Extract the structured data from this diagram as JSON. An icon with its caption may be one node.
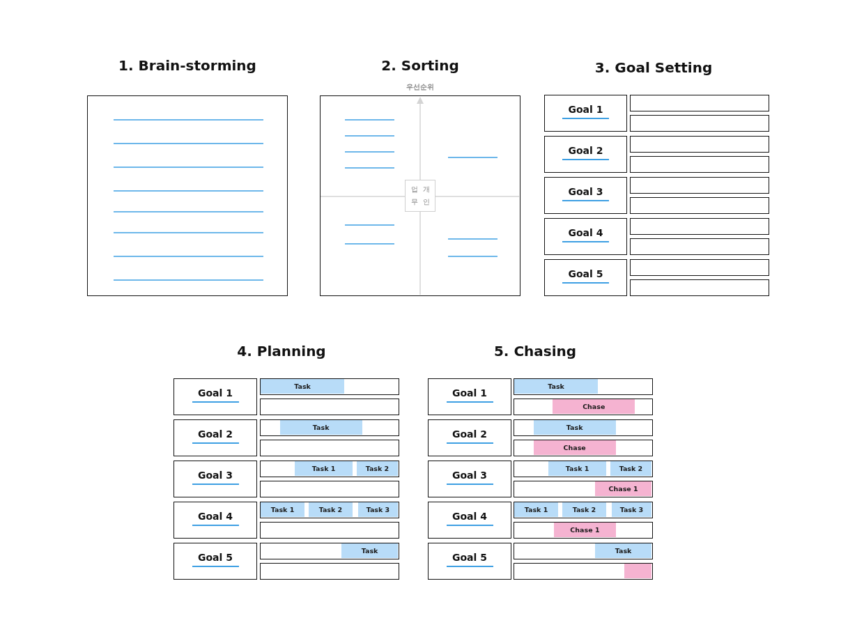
{
  "diagram": {
    "nodes": [
      {
        "text": [
          "1. Brain-storming"
        ]
      },
      {
        "text": [
          "2. Sorting"
        ]
      },
      {
        "text": [
          "업무",
          "개인"
        ],
        "in": 1
      },
      {
        "text": [
          "Goal 1"
        ]
      },
      {
        "text": [],
        "shape": "box"
      },
      {
        "text": [],
        "shape": "box"
      },
      {
        "text": [
          "Goal 2"
        ]
      },
      {
        "text": [],
        "shape": "box"
      },
      {
        "text": [],
        "shape": "box"
      },
      {
        "text": [
          "Goal 3"
        ]
      },
      {
        "text": [],
        "shape": "box"
      },
      {
        "text": [],
        "shape": "box"
      },
      {
        "text": [
          "Goal 4"
        ]
      },
      {
        "text": [],
        "shape": "box"
      },
      {
        "text": [],
        "shape": "box"
      },
      {
        "text": [
          "Goal 5"
        ]
      },
      {
        "text": [],
        "shape": "box"
      },
      {
        "text": [],
        "shape": "box"
      },
      {
        "text": [
          "Goal 1"
        ]
      },
      {
        "text": [],
        "shape": "box"
      },
      {
        "text": [
          "Task"
        ],
        "in": 19
      },
      {
        "text": [],
        "shape": "box"
      },
      {
        "text": [
          "Goal 2"
        ]
      },
      {
        "text": [],
        "shape": "box"
      },
      {
        "text": [
          "Task"
        ],
        "in": 23
      },
      {
        "text": [],
        "shape": "box"
      },
      {
        "text": [
          "Goal 3"
        ]
      },
      {
        "text": [],
        "shape": "box"
      },
      {
        "text": [
          "Task 1"
        ],
        "in": 27
      },
      {
        "text": [
          "Task 2"
        ],
        "in": 27
      },
      {
        "text": [],
        "shape": "box"
      },
      {
        "text": [
          "Goal 4"
        ]
      },
      {
        "text": [],
        "shape": "box"
      },
      {
        "text": [
          "Task 1"
        ],
        "in": 32
      },
      {
        "text": [
          "Task 2"
        ],
        "in": 32
      },
      {
        "text": [
          "Task 3"
        ],
        "in": 32
      },
      {
        "text": [],
        "shape": "box"
      },
      {
        "text": [
          "Goal 5"
        ]
      },
      {
        "text": [],
        "shape": "box"
      },
      {
        "text": [
          "Task"
        ],
        "in": 38
      },
      {
        "text": [],
        "shape": "box"
      },
      {
        "text": [
          "Goal 1"
        ]
      },
      {
        "text": [],
        "shape": "box"
      },
      {
        "text": [
          "Task"
        ],
        "in": 42
      },
      {
        "text": [],
        "shape": "box"
      },
      {
        "text": [
          "Chase"
        ],
        "in": 44
      },
      {
        "text": [
          "Goal 2"
        ]
      },
      {
        "text": [],
        "shape": "box"
      },
      {
        "text": [
          "Task"
        ],
        "in": 47
      },
      {
        "text": [],
        "shape": "box"
      },
      {
        "text": [
          "Chase"
        ],
        "in": 49
      },
      {
        "text": [
          "Goal 3"
        ]
      },
      {
        "text": [],
        "shape": "box"
      },
      {
        "text": [
          "Task 1"
        ],
        "in": 52
      },
      {
        "text": [
          "Task 2"
        ],
        "in": 52
      },
      {
        "text": [],
        "shape": "box"
      },
      {
        "text": [
          "Chase 1"
        ],
        "in": 55
      },
      {
        "text": [
          "Goal 4"
        ]
      },
      {
        "text": [],
        "shape": "box"
      },
      {
        "text": [
          "Task 1"
        ],
        "in": 58
      },
      {
        "text": [
          "Task 2"
        ],
        "in": 58
      },
      {
        "text": [
          "Task 3"
        ],
        "in": 58
      },
      {
        "text": [],
        "shape": "box"
      },
      {
        "text": [
          "Chase 1"
        ],
        "in": 62
      },
      {
        "text": [
          "Goal 5"
        ]
      },
      {
        "text": [],
        "shape": "box"
      },
      {
        "text": [
          "Task"
        ],
        "in": 65
      },
      {
        "text": [],
        "shape": "box"
      },
      {
        "text": [],
        "shape": "bar",
        "in": 67
      }
    ],
    "labels": [
      "3. Goal Setting",
      "우선순위",
      "4. Planning",
      "5. Chasing"
    ]
  }
}
